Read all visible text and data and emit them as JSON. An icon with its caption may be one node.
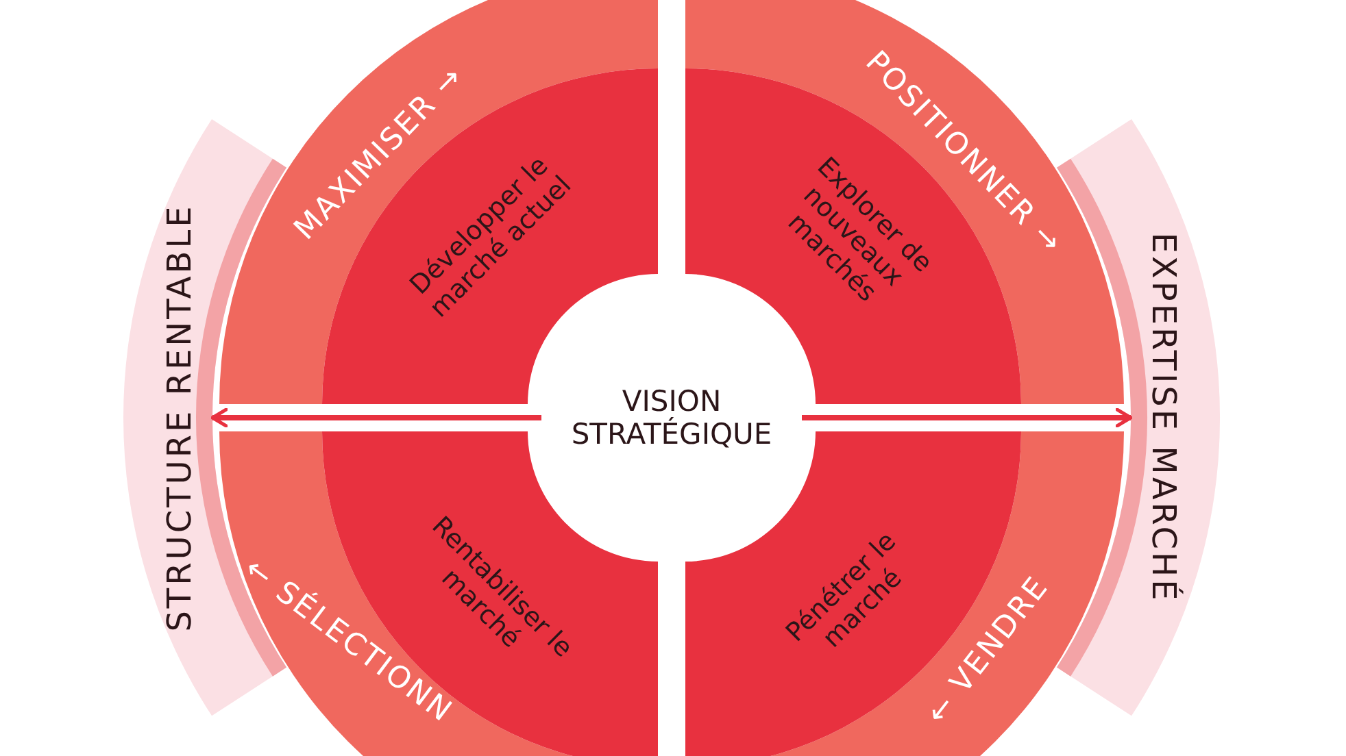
{
  "diagram": {
    "nodes": [
      {
        "text": [
          "STRUCTURE RENTABLE"
        ]
      },
      {
        "text": [
          "MAXIMISER →"
        ]
      },
      {
        "text": [
          "Développer le marché actuel"
        ]
      },
      {
        "text": [
          "POSITIONNER →"
        ]
      },
      {
        "text": [
          "Explorer de nouveaux marchés"
        ]
      },
      {
        "text": [
          "VISION STRATÉGIQUE"
        ]
      },
      {
        "text": [
          "EXPERTISE MARCHÉ"
        ]
      },
      {
        "text": [
          "← SÉLECTIONN"
        ]
      },
      {
        "text": [
          "Rentabiliser le marché"
        ]
      },
      {
        "text": [
          "← VENDRE"
        ]
      },
      {
        "text": [
          "Pénétrer le marché"
        ]
      }
    ],
    "edges": [
      {
        "from": 5,
        "to": 0,
        "arrow": "to"
      },
      {
        "from": 5,
        "to": 6,
        "arrow": "to"
      }
    ]
  }
}
